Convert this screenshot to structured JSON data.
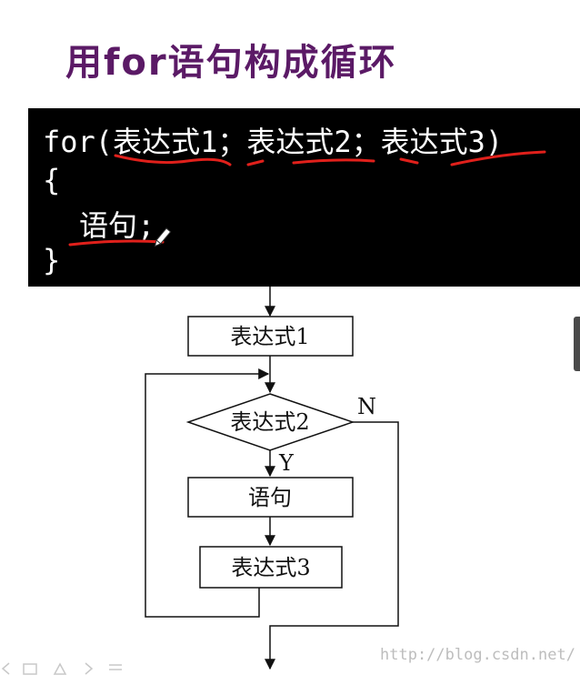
{
  "title": "用for语句构成循环",
  "code": {
    "line1": "for(表达式1；表达式2；表达式3)",
    "line2": "{",
    "line3": "语句;",
    "line4": "}"
  },
  "flowchart": {
    "box1": "表达式1",
    "diamond": "表达式2",
    "yes_label": "Y",
    "no_label": "N",
    "box2": "语句",
    "box3": "表达式3"
  },
  "watermark": "http://blog.csdn.net/",
  "colors": {
    "title": "#5b1a66",
    "code_bg": "#000000",
    "code_text": "#ffffff",
    "ink": "#e0201b",
    "flow_line": "#111111"
  }
}
